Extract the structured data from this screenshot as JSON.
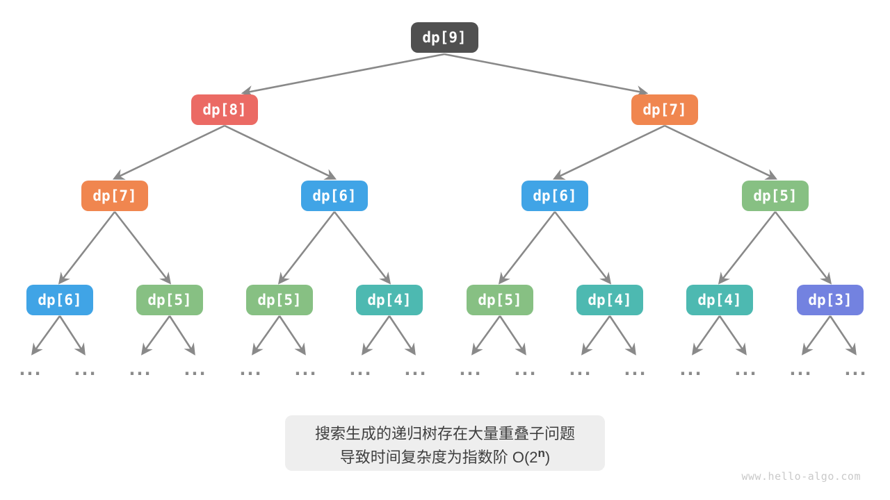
{
  "diagram": {
    "nodes": [
      {
        "label": "dp[9]",
        "color": "#505050"
      },
      {
        "label": "dp[8]",
        "color": "#EB6A64"
      },
      {
        "label": "dp[7]",
        "color": "#F0864F"
      },
      {
        "label": "dp[7]",
        "color": "#F0864F"
      },
      {
        "label": "dp[6]",
        "color": "#40A4E6"
      },
      {
        "label": "dp[6]",
        "color": "#40A4E6"
      },
      {
        "label": "dp[5]",
        "color": "#87C083"
      },
      {
        "label": "dp[6]",
        "color": "#40A4E6"
      },
      {
        "label": "dp[5]",
        "color": "#87C083"
      },
      {
        "label": "dp[5]",
        "color": "#87C083"
      },
      {
        "label": "dp[4]",
        "color": "#4DB9B1"
      },
      {
        "label": "dp[5]",
        "color": "#87C083"
      },
      {
        "label": "dp[4]",
        "color": "#4DB9B1"
      },
      {
        "label": "dp[4]",
        "color": "#4DB9B1"
      },
      {
        "label": "dp[3]",
        "color": "#7382E0"
      }
    ],
    "ellipsis": "...",
    "colors": {
      "arrow": "#898989",
      "ellipsis": "#8A8A8A"
    }
  },
  "caption": {
    "line1": "搜索生成的递归树存在大量重叠子问题",
    "line2_prefix": "导致时间复杂度为指数阶 O(2",
    "line2_superscript": "n",
    "line2_suffix": ")",
    "background": "#EEEEEE",
    "text_color": "#3F3F3F"
  },
  "watermark": {
    "text": "www.hello-algo.com",
    "color": "#C9C9C9"
  }
}
